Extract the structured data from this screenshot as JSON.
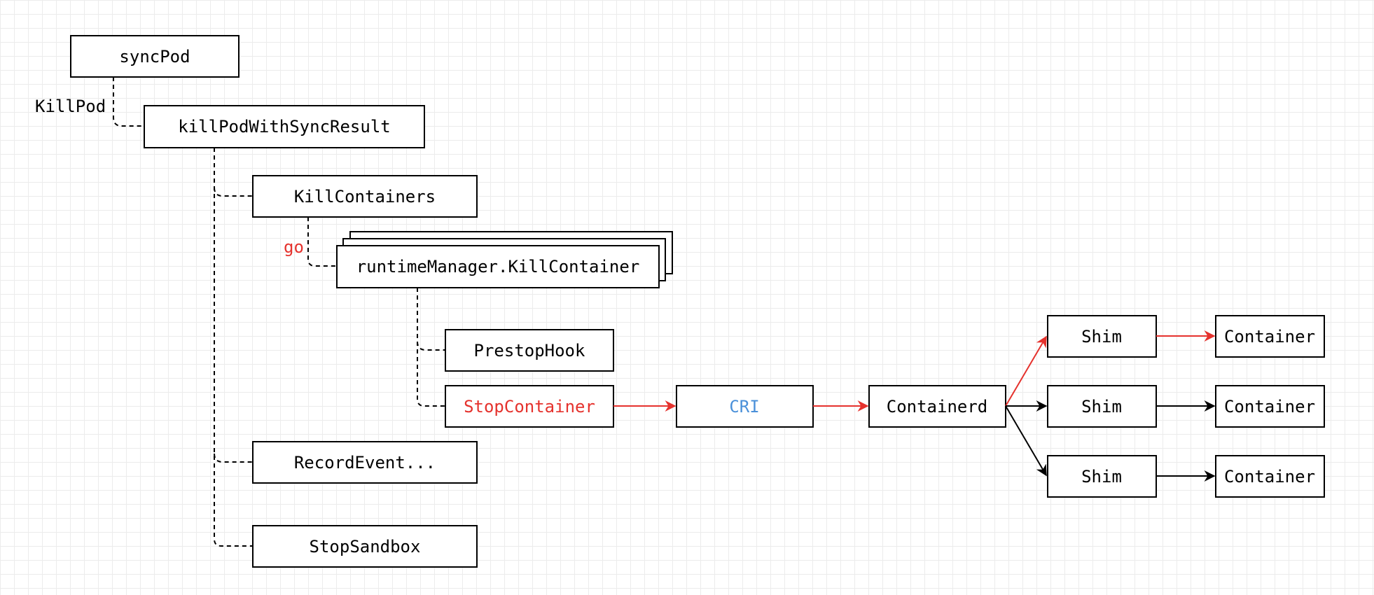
{
  "colors": {
    "highlight": "#e5322d",
    "cri": "#4a90d9",
    "default": "#000000"
  },
  "edge_labels": {
    "killpod": "KillPod",
    "go": "go"
  },
  "nodes": {
    "sync_pod": "syncPod",
    "kill_pod_with_sync_result": "killPodWithSyncResult",
    "kill_containers": "KillContainers",
    "runtime_manager_kill_container": "runtimeManager.KillContainer",
    "prestop_hook": "PrestopHook",
    "stop_container": "StopContainer",
    "record_event": "RecordEvent...",
    "stop_sandbox": "StopSandbox",
    "cri": "CRI",
    "containerd": "Containerd",
    "shim": "Shim",
    "container": "Container"
  }
}
